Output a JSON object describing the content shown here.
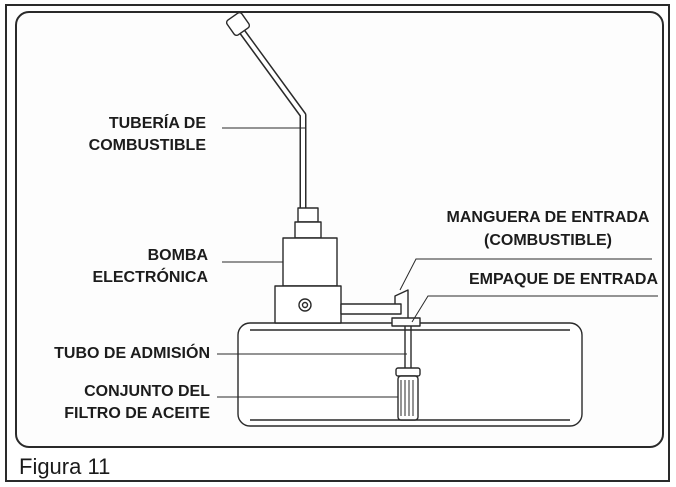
{
  "figure": {
    "caption": "Figura 11"
  },
  "labels": {
    "fuel_line": [
      "TUBERÍA DE",
      "COMBUSTIBLE"
    ],
    "pump": [
      "BOMBA",
      "ELECTRÓNICA"
    ],
    "inlet_hose": [
      "MANGUERA DE ENTRADA",
      "(COMBUSTIBLE)"
    ],
    "inlet_gasket": "EMPAQUE DE ENTRADA",
    "intake_tube": "TUBO DE ADMISIÓN",
    "filter_assembly": [
      "CONJUNTO DEL",
      "FILTRO DE ACEITE"
    ]
  },
  "colors": {
    "line": "#2a2a2a",
    "fill": "#ffffff",
    "text": "#1c1c1c"
  }
}
